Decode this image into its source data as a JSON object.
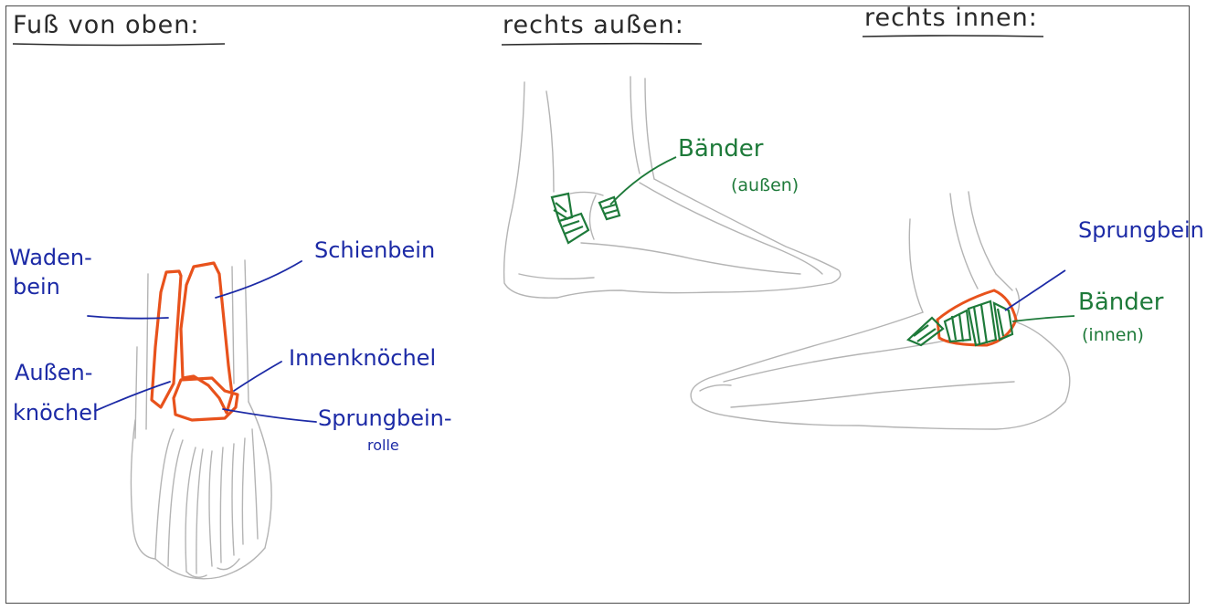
{
  "headings": {
    "top_view": "Fuß von oben:",
    "right_outside": "rechts außen:",
    "right_inside": "rechts innen:"
  },
  "top_view_labels": {
    "waden_1": "Waden-",
    "waden_2": "bein",
    "schienbein": "Schienbein",
    "innenknoechel": "Innenknöchel",
    "aussen_1": "Außen-",
    "aussen_2": "knöchel",
    "sprungbeinrolle_1": "Sprungbein-",
    "sprungbeinrolle_2": "rolle"
  },
  "outside_labels": {
    "baender": "Bänder",
    "aussen": "(außen)"
  },
  "inside_labels": {
    "sprungbein": "Sprungbein",
    "baender": "Bänder",
    "innen": "(innen)"
  },
  "colors": {
    "pencil": "#b4b4b4",
    "ink_blue": "#1c2aa6",
    "bone_orange": "#e8521c",
    "ligament_green": "#1e7a3a"
  }
}
